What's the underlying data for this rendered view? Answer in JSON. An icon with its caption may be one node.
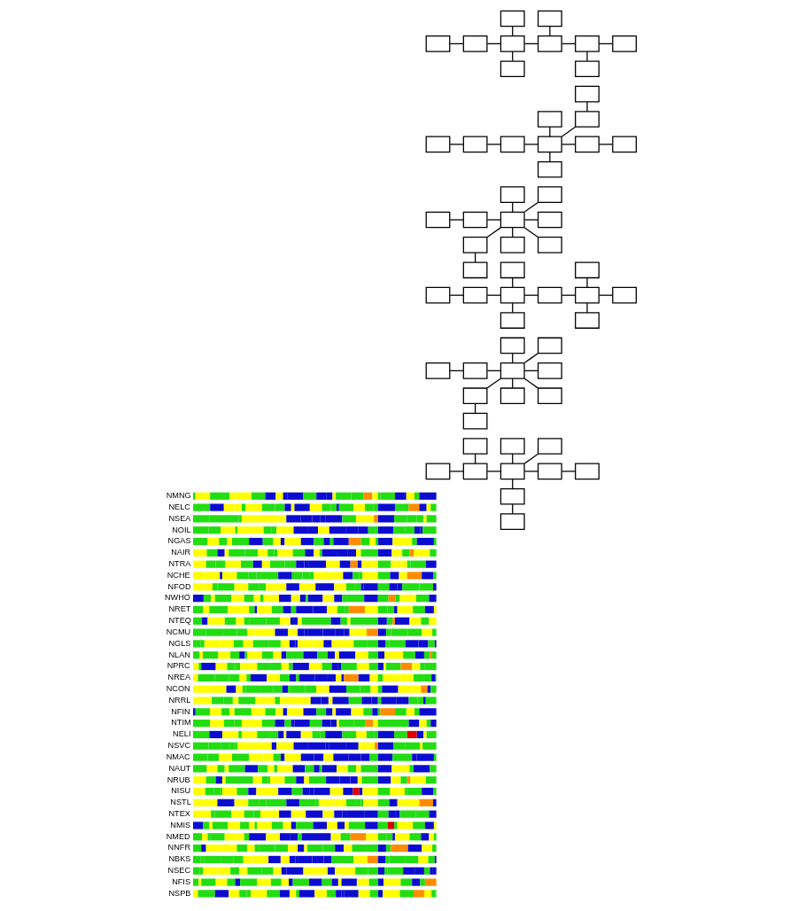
{
  "diagram": {
    "nodes": [
      {
        "text": [],
        "shape": "box"
      },
      {
        "text": [],
        "shape": "box"
      },
      {
        "text": [],
        "shape": "box"
      },
      {
        "text": [],
        "shape": "box"
      },
      {
        "text": [],
        "shape": "box"
      },
      {
        "text": [],
        "shape": "box"
      },
      {
        "text": [],
        "shape": "box"
      },
      {
        "text": [],
        "shape": "box"
      },
      {
        "text": [],
        "shape": "box"
      },
      {
        "text": [],
        "shape": "box"
      },
      {
        "text": [],
        "shape": "box"
      },
      {
        "text": [],
        "shape": "box"
      },
      {
        "text": [],
        "shape": "box"
      },
      {
        "text": [],
        "shape": "box"
      },
      {
        "text": [],
        "shape": "box"
      },
      {
        "text": [],
        "shape": "box"
      },
      {
        "text": [],
        "shape": "box"
      },
      {
        "text": [],
        "shape": "box"
      },
      {
        "text": [],
        "shape": "box"
      },
      {
        "text": [],
        "shape": "box"
      },
      {
        "text": [],
        "shape": "box"
      },
      {
        "text": [],
        "shape": "box"
      },
      {
        "text": [],
        "shape": "box"
      },
      {
        "text": [],
        "shape": "box"
      },
      {
        "text": [],
        "shape": "box"
      },
      {
        "text": [],
        "shape": "box"
      },
      {
        "text": [],
        "shape": "box"
      },
      {
        "text": [],
        "shape": "box"
      },
      {
        "text": [],
        "shape": "box"
      },
      {
        "text": [],
        "shape": "box"
      },
      {
        "text": [],
        "shape": "box"
      },
      {
        "text": [],
        "shape": "box"
      },
      {
        "text": [],
        "shape": "box"
      },
      {
        "text": [],
        "shape": "box"
      },
      {
        "text": [],
        "shape": "box"
      },
      {
        "text": [],
        "shape": "box"
      },
      {
        "text": [],
        "shape": "box"
      },
      {
        "text": [],
        "shape": "box"
      },
      {
        "text": [],
        "shape": "box"
      },
      {
        "text": [],
        "shape": "box"
      },
      {
        "text": [],
        "shape": "box"
      },
      {
        "text": [],
        "shape": "box"
      },
      {
        "text": [],
        "shape": "box"
      },
      {
        "text": [],
        "shape": "box"
      },
      {
        "text": [],
        "shape": "box"
      },
      {
        "text": [],
        "shape": "box"
      },
      {
        "text": [],
        "shape": "box"
      },
      {
        "text": [],
        "shape": "box"
      },
      {
        "text": [],
        "shape": "box"
      },
      {
        "text": [],
        "shape": "box"
      },
      {
        "text": [],
        "shape": "box"
      },
      {
        "text": [],
        "shape": "box"
      },
      {
        "text": [],
        "shape": "box"
      },
      {
        "text": [],
        "shape": "box"
      },
      {
        "text": [],
        "shape": "box"
      },
      {
        "text": [],
        "shape": "box"
      },
      {
        "text": [],
        "shape": "box"
      },
      {
        "text": [],
        "shape": "box"
      },
      {
        "text": [],
        "shape": "box"
      },
      {
        "text": [],
        "shape": "box"
      }
    ],
    "edges": [
      {
        "from": 2,
        "to": 3,
        "arrow": "none"
      },
      {
        "from": 3,
        "to": 4,
        "arrow": "none"
      },
      {
        "from": 0,
        "to": 4,
        "arrow": "none"
      },
      {
        "from": 4,
        "to": 8,
        "arrow": "none"
      },
      {
        "from": 4,
        "to": 5,
        "arrow": "none"
      },
      {
        "from": 1,
        "to": 5,
        "arrow": "none"
      },
      {
        "from": 5,
        "to": 6,
        "arrow": "none"
      },
      {
        "from": 6,
        "to": 9,
        "arrow": "none"
      },
      {
        "from": 6,
        "to": 7,
        "arrow": "none"
      },
      {
        "from": 13,
        "to": 14,
        "arrow": "none"
      },
      {
        "from": 14,
        "to": 15,
        "arrow": "none"
      },
      {
        "from": 15,
        "to": 16,
        "arrow": "none"
      },
      {
        "from": 11,
        "to": 16,
        "arrow": "none"
      },
      {
        "from": 16,
        "to": 12,
        "arrow": "none"
      },
      {
        "from": 10,
        "to": 12,
        "arrow": "none"
      },
      {
        "from": 16,
        "to": 17,
        "arrow": "none"
      },
      {
        "from": 17,
        "to": 18,
        "arrow": "none"
      },
      {
        "from": 16,
        "to": 19,
        "arrow": "none"
      },
      {
        "from": 22,
        "to": 23,
        "arrow": "none"
      },
      {
        "from": 23,
        "to": 24,
        "arrow": "none"
      },
      {
        "from": 20,
        "to": 24,
        "arrow": "none"
      },
      {
        "from": 24,
        "to": 21,
        "arrow": "none"
      },
      {
        "from": 24,
        "to": 25,
        "arrow": "none"
      },
      {
        "from": 24,
        "to": 28,
        "arrow": "none"
      },
      {
        "from": 24,
        "to": 27,
        "arrow": "none"
      },
      {
        "from": 26,
        "to": 24,
        "arrow": "none"
      },
      {
        "from": 26,
        "to": 29,
        "arrow": "none"
      },
      {
        "from": 32,
        "to": 33,
        "arrow": "none"
      },
      {
        "from": 33,
        "to": 34,
        "arrow": "none"
      },
      {
        "from": 30,
        "to": 34,
        "arrow": "none"
      },
      {
        "from": 34,
        "to": 38,
        "arrow": "none"
      },
      {
        "from": 34,
        "to": 35,
        "arrow": "none"
      },
      {
        "from": 35,
        "to": 36,
        "arrow": "none"
      },
      {
        "from": 31,
        "to": 36,
        "arrow": "none"
      },
      {
        "from": 36,
        "to": 39,
        "arrow": "none"
      },
      {
        "from": 36,
        "to": 37,
        "arrow": "none"
      },
      {
        "from": 42,
        "to": 43,
        "arrow": "none"
      },
      {
        "from": 43,
        "to": 44,
        "arrow": "none"
      },
      {
        "from": 40,
        "to": 44,
        "arrow": "none"
      },
      {
        "from": 44,
        "to": 41,
        "arrow": "none"
      },
      {
        "from": 44,
        "to": 45,
        "arrow": "none"
      },
      {
        "from": 44,
        "to": 48,
        "arrow": "none"
      },
      {
        "from": 44,
        "to": 47,
        "arrow": "none"
      },
      {
        "from": 46,
        "to": 44,
        "arrow": "none"
      },
      {
        "from": 46,
        "to": 49,
        "arrow": "none"
      },
      {
        "from": 53,
        "to": 54,
        "arrow": "none"
      },
      {
        "from": 50,
        "to": 54,
        "arrow": "none"
      },
      {
        "from": 54,
        "to": 55,
        "arrow": "none"
      },
      {
        "from": 51,
        "to": 55,
        "arrow": "none"
      },
      {
        "from": 55,
        "to": 52,
        "arrow": "none"
      },
      {
        "from": 55,
        "to": 56,
        "arrow": "none"
      },
      {
        "from": 56,
        "to": 57,
        "arrow": "none"
      },
      {
        "from": 55,
        "to": 58,
        "arrow": "none"
      },
      {
        "from": 58,
        "to": 59,
        "arrow": "none"
      }
    ],
    "labels": [
      "NMNG",
      "NELC",
      "NSEA",
      "NOIL",
      "NGAS",
      "NAIR",
      "NTRA",
      "NCHE",
      "NFOD",
      "NWHO",
      "NRET",
      "NTEQ",
      "NCMU",
      "NGLS",
      "NLAN",
      "NPRC",
      "NREA",
      "NCON",
      "NRRL",
      "NFIN",
      "NTIM",
      "NELI",
      "NSVC",
      "NMAC",
      "NAUT",
      "NRUB",
      "NISU",
      "NSTL",
      "NTEX",
      "NMIS",
      "NMED",
      "NNFR",
      "NBKS",
      "NSEC",
      "NFIS",
      "NSPB"
    ]
  }
}
